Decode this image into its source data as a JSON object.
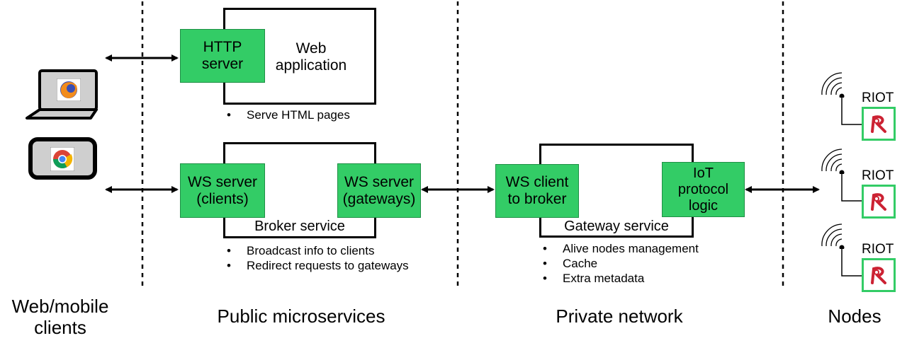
{
  "sections": {
    "clients": "Web/mobile\nclients",
    "public": "Public microservices",
    "private": "Private network",
    "nodes": "Nodes"
  },
  "web_app": {
    "http_server": "HTTP\nserver",
    "label": "Web\napplication",
    "bullets": [
      "Serve HTML pages"
    ]
  },
  "broker": {
    "ws_clients": "WS server\n(clients)",
    "ws_gateways": "WS server\n(gateways)",
    "label": "Broker service",
    "bullets": [
      "Broadcast info to clients",
      "Redirect requests to gateways"
    ]
  },
  "gateway": {
    "ws_client": "WS client\nto broker",
    "iot_logic": "IoT\nprotocol\nlogic",
    "label": "Gateway service",
    "bullets": [
      "Alive nodes management",
      "Cache",
      "Extra metadata"
    ]
  },
  "nodes": [
    "RIOT",
    "RIOT",
    "RIOT"
  ],
  "icons": {
    "laptop": "laptop-icon",
    "firefox": "firefox-icon",
    "phone": "phone-icon",
    "chrome": "chrome-icon",
    "riot": "riot-logo-icon",
    "wireless": "wireless-signal-icon"
  },
  "colors": {
    "service_green": "#33cc66",
    "riot_red": "#cc2233"
  }
}
